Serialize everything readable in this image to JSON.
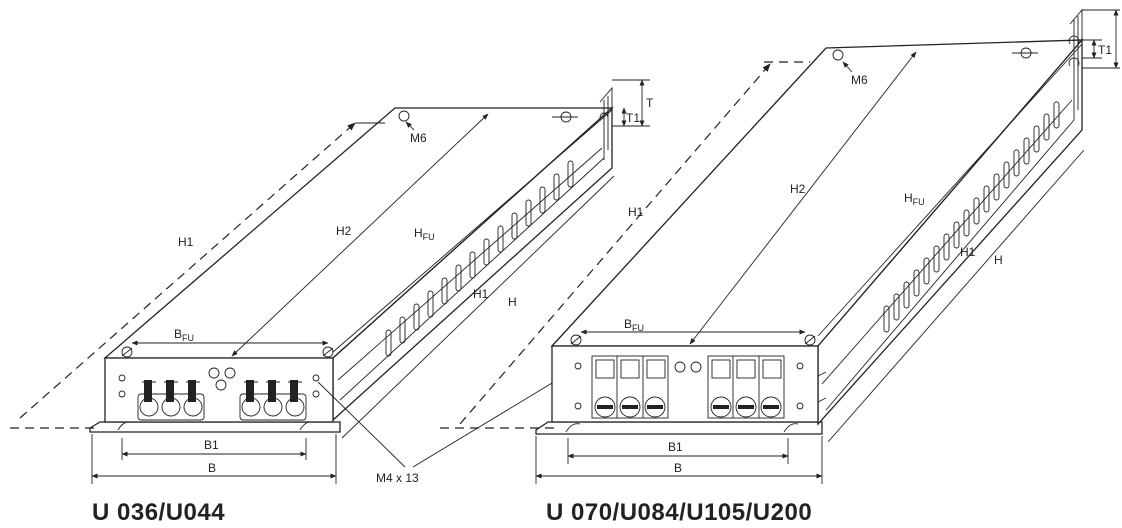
{
  "labels": {
    "m6": "M6",
    "h": "H",
    "h1": "H1",
    "h2": "H2",
    "h_main": "H",
    "h_sub": "FU",
    "b_main": "B",
    "b_sub": "FU",
    "b": "B",
    "b1": "B1",
    "t": "T",
    "t1": "T1",
    "m4": "M4 x 13"
  },
  "models": {
    "left": "U 036/U044",
    "right": "U 070/U084/U105/U200"
  }
}
